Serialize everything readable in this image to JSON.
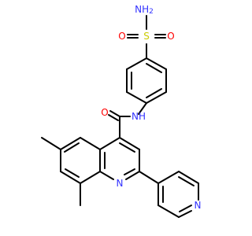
{
  "labels": {
    "nh2": "NH",
    "nh2_sub": "2",
    "s": "S",
    "o_left": "O",
    "o_right": "O",
    "nh": "NH",
    "o_carbonyl": "O",
    "n_quinoline": "N",
    "n_pyridine": "N"
  },
  "colors": {
    "carbon_bond": "#000000",
    "nitrogen": "#3333ff",
    "oxygen": "#ff0000",
    "sulfur": "#cccc00",
    "background": "#ffffff"
  }
}
